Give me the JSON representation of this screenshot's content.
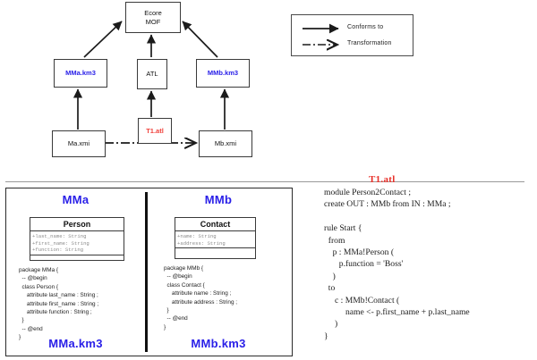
{
  "mof_diagram": {
    "nodes": [
      {
        "id": "ecore",
        "label": "Ecore\nMOF",
        "line1": "Ecore",
        "line2": "MOF",
        "color": "#111111"
      },
      {
        "id": "mma_km3",
        "label": "MMa.km3",
        "color": "#2a20e8"
      },
      {
        "id": "atl",
        "label": "ATL",
        "color": "#111111"
      },
      {
        "id": "mmb_km3",
        "label": "MMb.km3",
        "color": "#2a20e8"
      },
      {
        "id": "t1_atl",
        "label": "T1.atl",
        "color": "#f0423c"
      },
      {
        "id": "ma_xmi",
        "label": "Ma.xmi",
        "color": "#111111"
      },
      {
        "id": "mb_xmi",
        "label": "Mb.xmi",
        "color": "#111111"
      }
    ]
  },
  "legend": {
    "items": [
      {
        "label": "Conforms to",
        "style": "solid-arrow"
      },
      {
        "label": "Transformation",
        "style": "dash-dot-open-arrow"
      }
    ]
  },
  "metamodels": {
    "left": {
      "title": "MMa",
      "footer": "MMa.km3",
      "uml": {
        "class_name": "Person",
        "attributes": [
          "+last_name: String",
          "+first_name: String",
          "+function: String"
        ]
      },
      "code": "package MMa {\n  -- @begin\n  class Person {\n     attribute last_name : String ;\n     attribute first_name : String ;\n     attribute function : String ;\n  }\n  -- @end\n}"
    },
    "right": {
      "title": "MMb",
      "footer": "MMb.km3",
      "uml": {
        "class_name": "Contact",
        "attributes": [
          "+name: String",
          "+address: String"
        ]
      },
      "code": "package MMb {\n  -- @begin\n  class Contact {\n     attribute name : String ;\n     attribute address : String ;\n  }\n  -- @end\n}"
    }
  },
  "transformation": {
    "title": "T1.atl",
    "title_color": "#e8312a",
    "code": "module Person2Contact ;\ncreate OUT : MMb from IN : MMa ;\n\nrule Start {\n  from\n    p : MMa!Person (\n       p.function = 'Boss'\n    )\n  to\n     c : MMb!Contact (\n          name <- p.first_name + p.last_name\n     )\n}"
  }
}
